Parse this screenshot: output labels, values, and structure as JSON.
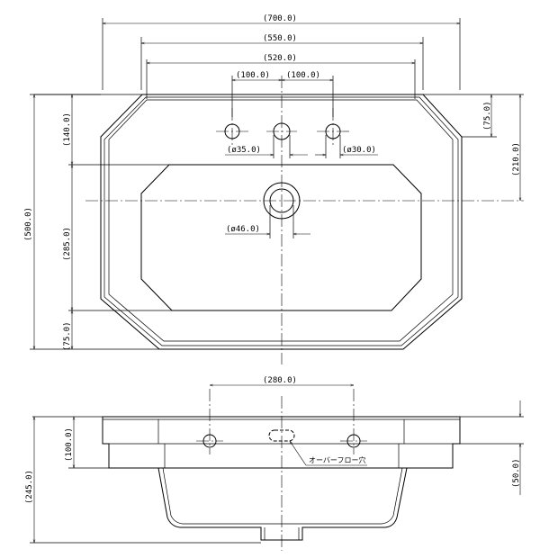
{
  "plan_dimensions": {
    "overall_width": "(700.0)",
    "rim_width": "(550.0)",
    "bowl_top_width": "(520.0)",
    "left_hole_spacing": "(100.0)",
    "right_hole_spacing": "(100.0)",
    "corner_chamfer": "(75.0)",
    "depth_to_centerline": "(210.0)",
    "overall_depth": "(500.0)",
    "back_to_bowl": "(140.0)",
    "bowl_depth": "(285.0)",
    "front_margin": "(75.0)",
    "tap_hole_dia": "(ø35.0)",
    "side_hole_dia": "(ø30.0)",
    "drain_dia": "(ø46.0)"
  },
  "front_dimensions": {
    "hole_spacing": "(280.0)",
    "deck_height": "(100.0)",
    "overall_height": "(245.0)",
    "step_height": "(50.0)",
    "overflow_label": "オーバーフロー穴"
  }
}
